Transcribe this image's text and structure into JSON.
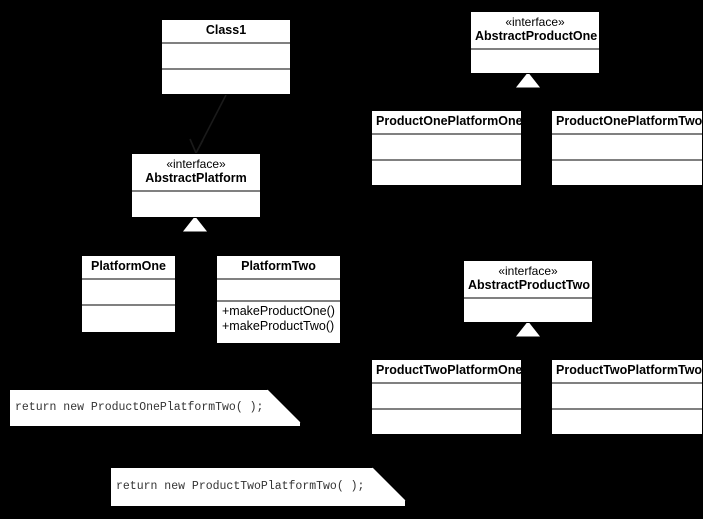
{
  "diagram": {
    "title": "Abstract Factory UML class diagram",
    "background_color": "#000000",
    "box_fill_color": "#ffffff",
    "box_stroke_color": "#000000",
    "compartment_divider_color": "#808080",
    "note_text_color": "#333333"
  },
  "classes": {
    "class1": {
      "stereotype": "",
      "name": "Class1",
      "compartments": [
        [],
        []
      ]
    },
    "abstract_platform": {
      "stereotype": "«interface»",
      "name": "AbstractPlatform",
      "compartments": [
        []
      ]
    },
    "platform_one": {
      "stereotype": "",
      "name": "PlatformOne",
      "compartments": [
        [],
        []
      ]
    },
    "platform_two": {
      "stereotype": "",
      "name": "PlatformTwo",
      "compartments": [
        [],
        [
          "+makeProductOne()",
          "+makeProductTwo()"
        ]
      ]
    },
    "abstract_product_one": {
      "stereotype": "«interface»",
      "name": "AbstractProductOne",
      "compartments": [
        []
      ]
    },
    "product_one_platform_one": {
      "stereotype": "",
      "name": "ProductOnePlatformOne",
      "compartments": [
        [],
        []
      ]
    },
    "product_one_platform_two": {
      "stereotype": "",
      "name": "ProductOnePlatformTwo",
      "compartments": [
        [],
        []
      ]
    },
    "abstract_product_two": {
      "stereotype": "«interface»",
      "name": "AbstractProductTwo",
      "compartments": [
        []
      ]
    },
    "product_two_platform_one": {
      "stereotype": "",
      "name": "ProductTwoPlatformOne",
      "compartments": [
        [],
        []
      ]
    },
    "product_two_platform_two": {
      "stereotype": "",
      "name": "ProductTwoPlatformTwo",
      "compartments": [
        [],
        []
      ]
    }
  },
  "notes": {
    "note_one": {
      "text": "return new ProductOnePlatformTwo( );"
    },
    "note_two": {
      "text": "return new ProductTwoPlatformTwo( );"
    }
  },
  "operations": {
    "platform_two_make_product_one": "+makeProductOne()",
    "platform_two_make_product_two": "+makeProductTwo()"
  }
}
